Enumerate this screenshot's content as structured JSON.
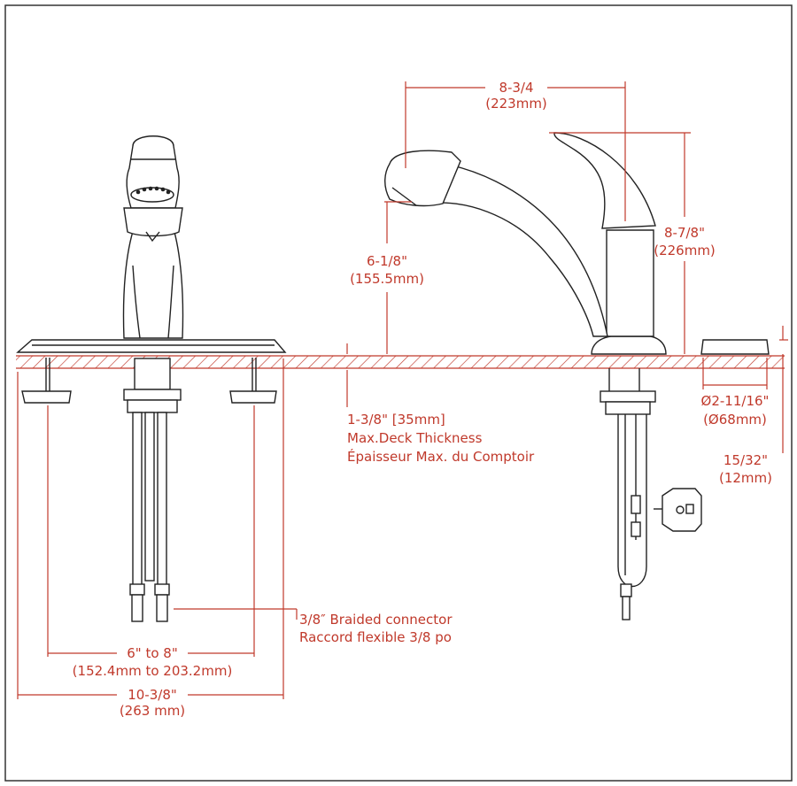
{
  "colors": {
    "dimension": "#c0392b",
    "outline": "#222222",
    "frame": "#333333"
  },
  "dimensions": {
    "spout_reach": {
      "imperial": "8-3/4",
      "metric": "(223mm)"
    },
    "overall_height": {
      "imperial": "8-7/8\"",
      "metric": "(226mm)"
    },
    "spout_height": {
      "imperial": "6-1/8\"",
      "metric": "(155.5mm)"
    },
    "escutcheon_diameter": {
      "imperial": "Ø2-11/16\"",
      "metric": "(Ø68mm)"
    },
    "escutcheon_height": {
      "imperial": "15/32\"",
      "metric": "(12mm)"
    },
    "deck_thickness": {
      "line1": "1-3/8\" [35mm]",
      "line2": "Max.Deck Thickness",
      "line3": "Épaisseur Max. du Comptoir"
    },
    "connector": {
      "line1": "3/8″ Braided connector",
      "line2": "Raccord flexible 3/8 po"
    },
    "hole_spacing": {
      "imperial": "6\" to 8\"",
      "metric": "(152.4mm to 203.2mm)"
    },
    "deck_plate_width": {
      "imperial": "10-3/8\"",
      "metric": "(263 mm)"
    }
  }
}
